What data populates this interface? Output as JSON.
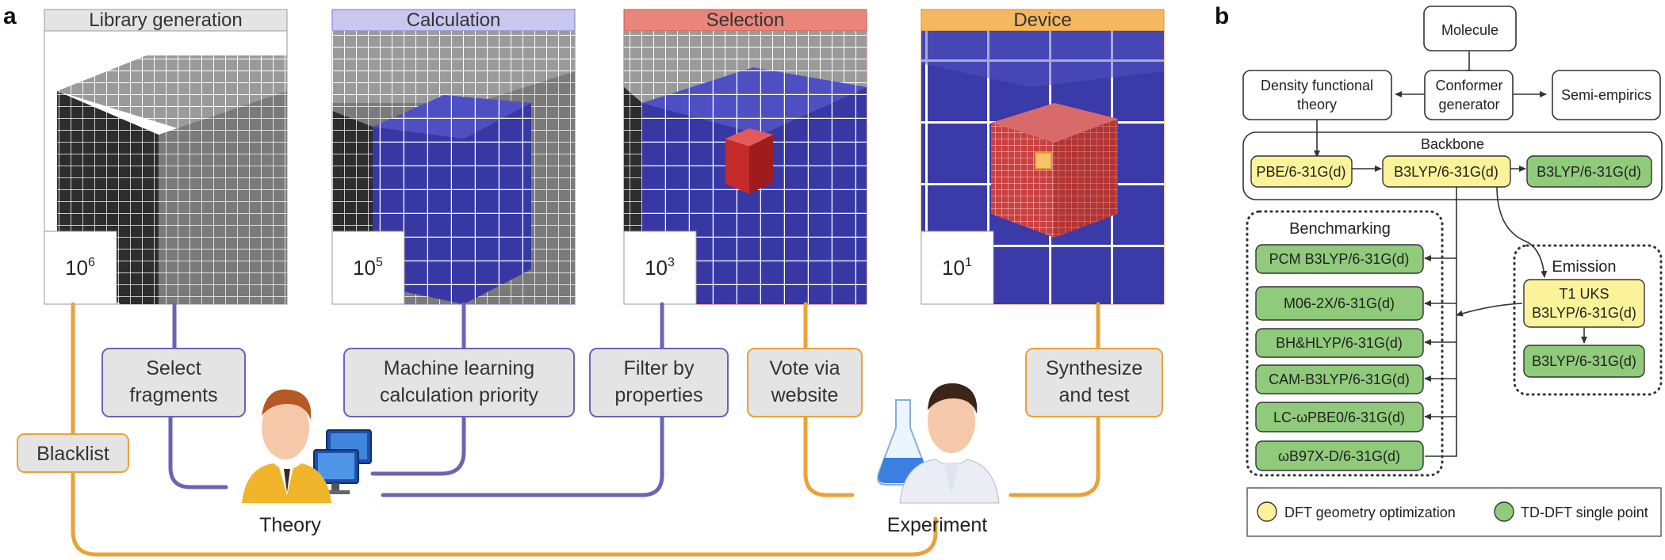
{
  "panels": {
    "a_label": "a",
    "b_label": "b"
  },
  "stages": [
    {
      "title": "Library generation",
      "count_base": "10",
      "count_exp": "6",
      "color": "#e4e4e4"
    },
    {
      "title": "Calculation",
      "count_base": "10",
      "count_exp": "5",
      "color": "#c9c7ef"
    },
    {
      "title": "Selection",
      "count_base": "10",
      "count_exp": "3",
      "color": "#e9867c"
    },
    {
      "title": "Device",
      "count_base": "10",
      "count_exp": "1",
      "color": "#f5b760"
    }
  ],
  "steps": {
    "select_fragments": [
      "Select",
      "fragments"
    ],
    "machine_learning": [
      "Machine learning",
      "calculation priority"
    ],
    "filter": [
      "Filter by",
      "properties"
    ],
    "vote": [
      "Vote via",
      "website"
    ],
    "synthesize": [
      "Synthesize",
      "and test"
    ],
    "blacklist": "Blacklist"
  },
  "actors": {
    "theory": "Theory",
    "experiment": "Experiment"
  },
  "workflow": {
    "molecule": "Molecule",
    "conformer": [
      "Conformer",
      "generator"
    ],
    "dft": [
      "Density functional",
      "theory"
    ],
    "semi_empirics": "Semi-empirics",
    "backbone_title": "Backbone",
    "backbone": [
      "PBE/6-31G(d)",
      "B3LYP/6-31G(d)",
      "B3LYP/6-31G(d)"
    ],
    "benchmarking_title": "Benchmarking",
    "benchmarking": [
      "PCM B3LYP/6-31G(d)",
      "M06-2X/6-31G(d)",
      "BH&HLYP/6-31G(d)",
      "CAM-B3LYP/6-31G(d)",
      "LC-ωPBE0/6-31G(d)",
      "ωB97X-D/6-31G(d)"
    ],
    "emission_title": "Emission",
    "emission": [
      [
        "T1 UKS",
        "B3LYP/6-31G(d)"
      ],
      "B3LYP/6-31G(d)"
    ],
    "legend": [
      "DFT geometry optimization",
      "TD-DFT single point"
    ]
  },
  "colors": {
    "blue_line": "#6a64b5",
    "orange_line": "#e9a23a",
    "cube_grey": "#8f8f8f",
    "cube_dark": "#2f2f2f",
    "cube_blue": "#3a3aa8",
    "cube_red": "#c72c2c",
    "dft_yellow": "#fbf39a",
    "tddft_green": "#8fcb7a"
  }
}
